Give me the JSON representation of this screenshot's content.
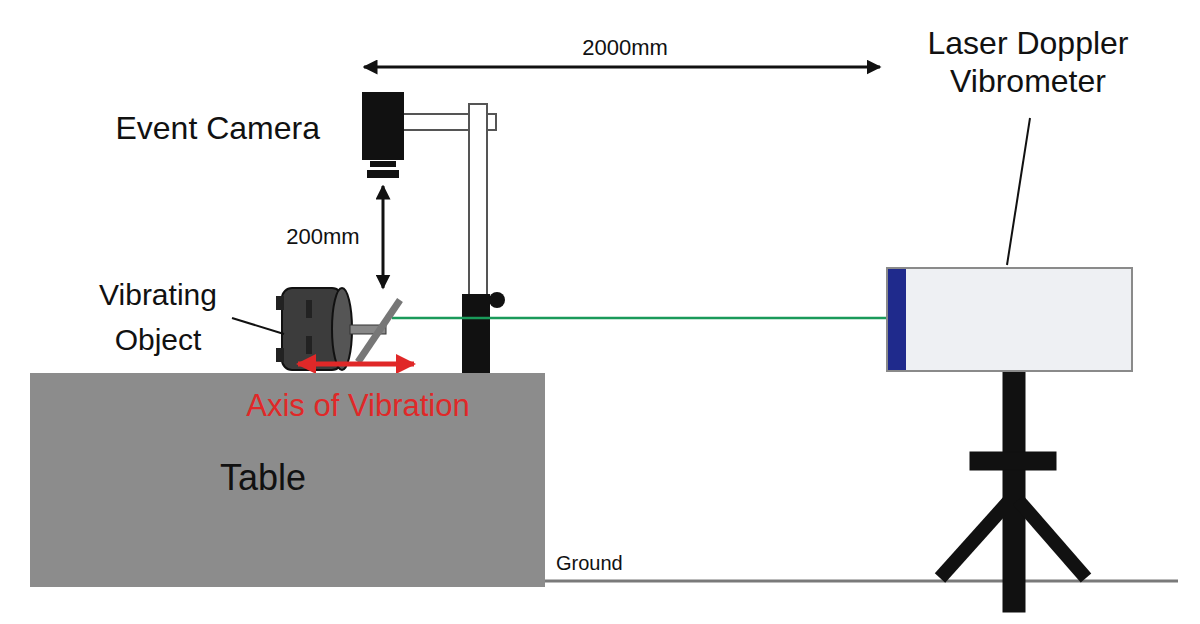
{
  "diagram": {
    "nodes": [
      {
        "text": [
          "Table"
        ]
      },
      {
        "text": [
          "Laser Doppler Vibrometer"
        ]
      }
    ],
    "labels": [
      "2000mm",
      "Event Camera",
      "200mm",
      "Vibrating Object",
      "Axis of Vibration",
      "Ground"
    ]
  }
}
